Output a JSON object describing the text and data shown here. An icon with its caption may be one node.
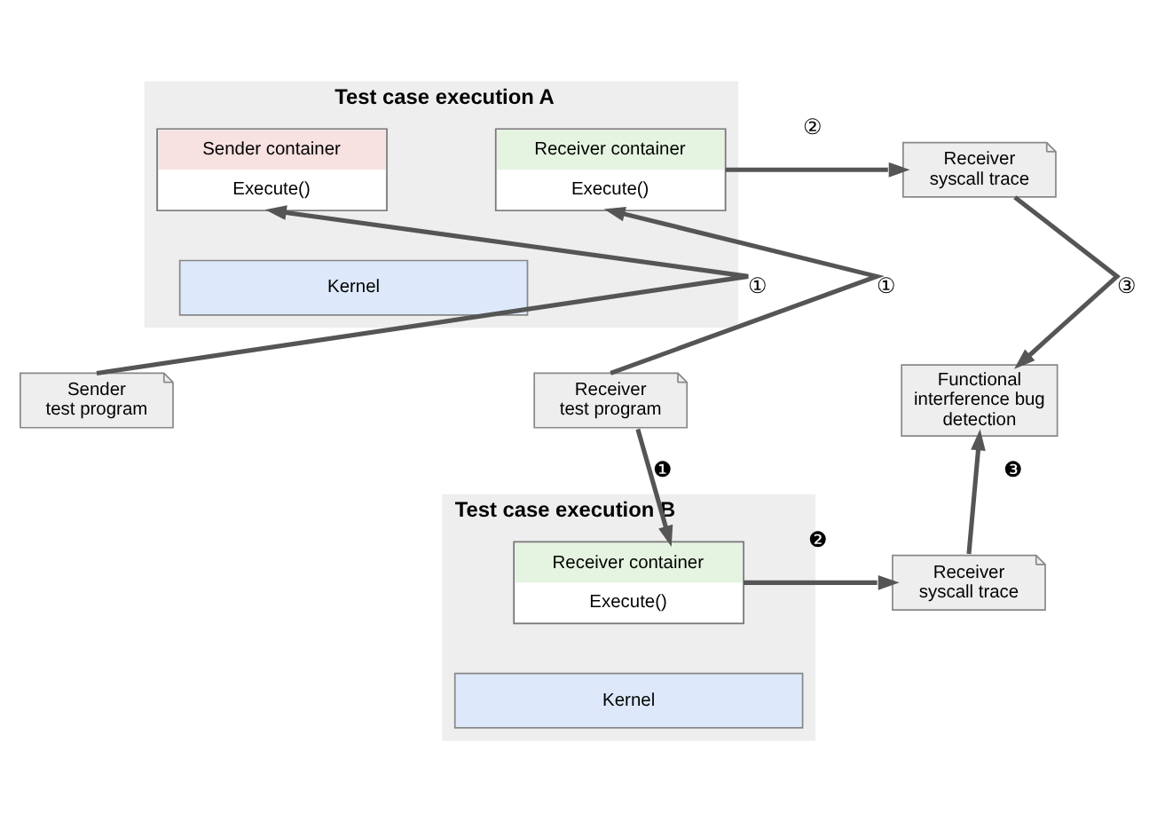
{
  "diagram": {
    "nodes": [
      {
        "text": [
          "Test case execution A"
        ]
      },
      {
        "text": [
          "Sender container",
          "Execute()"
        ],
        "in": 0
      },
      {
        "text": [
          "Receiver container",
          "Execute()"
        ],
        "in": 0
      },
      {
        "text": [
          "Kernel"
        ],
        "in": 0
      },
      {
        "text": [
          "Sender test program"
        ]
      },
      {
        "text": [
          "Receiver test program"
        ]
      },
      {
        "text": [
          "Receiver syscall trace"
        ]
      },
      {
        "text": [
          "Functional interference bug detection"
        ]
      },
      {
        "text": [
          "Test case execution B"
        ]
      },
      {
        "text": [
          "Receiver container",
          "Execute()"
        ],
        "in": 8
      },
      {
        "text": [
          "Kernel"
        ],
        "in": 8
      },
      {
        "text": [
          "Receiver syscall trace"
        ]
      }
    ],
    "edges": [
      {
        "from": 4,
        "to": 1,
        "arrow": "to",
        "label": "①"
      },
      {
        "from": 5,
        "to": 2,
        "arrow": "to",
        "label": "①"
      },
      {
        "from": 2,
        "to": 6,
        "arrow": "to",
        "label": "②"
      },
      {
        "from": 6,
        "to": 7,
        "arrow": "to",
        "label": "③"
      },
      {
        "from": 5,
        "to": 9,
        "arrow": "to",
        "label": "❶"
      },
      {
        "from": 9,
        "to": 11,
        "arrow": "to",
        "label": "❷"
      },
      {
        "from": 11,
        "to": 7,
        "arrow": "to",
        "label": "❸"
      }
    ]
  }
}
